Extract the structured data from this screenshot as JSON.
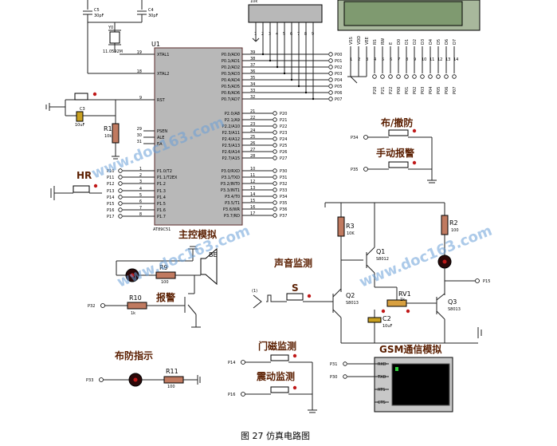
{
  "caption": "图 27 仿真电路图",
  "watermark": "www.doc163.com",
  "mcu": {
    "ref": "U1",
    "part": "AT89C51",
    "title": "主控模拟",
    "pins_left": [
      {
        "num": "19",
        "name": "XTAL1"
      },
      {
        "num": "18",
        "name": "XTAL2"
      },
      {
        "num": "9",
        "name": "RST"
      },
      {
        "num": "29",
        "name": "PSEN"
      },
      {
        "num": "30",
        "name": "ALE"
      },
      {
        "num": "31",
        "name": "EA"
      },
      {
        "num": "1",
        "name": "P1.0/T2"
      },
      {
        "num": "2",
        "name": "P1.1/T2EX"
      },
      {
        "num": "3",
        "name": "P1.2"
      },
      {
        "num": "4",
        "name": "P1.3"
      },
      {
        "num": "5",
        "name": "P1.4"
      },
      {
        "num": "6",
        "name": "P1.5"
      },
      {
        "num": "7",
        "name": "P1.6"
      },
      {
        "num": "8",
        "name": "P1.7"
      }
    ],
    "p1_nets": [
      "P10",
      "P11",
      "P12",
      "P13",
      "P14",
      "P15",
      "P16",
      "P17"
    ],
    "pins_p0": [
      {
        "num": "39",
        "name": "P0.0/AD0",
        "net": "P00"
      },
      {
        "num": "38",
        "name": "P0.1/AD1",
        "net": "P01"
      },
      {
        "num": "37",
        "name": "P0.2/AD2",
        "net": "P02"
      },
      {
        "num": "36",
        "name": "P0.3/AD3",
        "net": "P03"
      },
      {
        "num": "35",
        "name": "P0.4/AD4",
        "net": "P04"
      },
      {
        "num": "34",
        "name": "P0.5/AD5",
        "net": "P05"
      },
      {
        "num": "33",
        "name": "P0.6/AD6",
        "net": "P06"
      },
      {
        "num": "32",
        "name": "P0.7/AD7",
        "net": "P07"
      }
    ],
    "pins_p2": [
      {
        "num": "21",
        "name": "P2.0/A8",
        "net": "P20"
      },
      {
        "num": "22",
        "name": "P2.1/A9",
        "net": "P21"
      },
      {
        "num": "23",
        "name": "P2.2/A10",
        "net": "P22"
      },
      {
        "num": "24",
        "name": "P2.3/A11",
        "net": "P23"
      },
      {
        "num": "25",
        "name": "P2.4/A12",
        "net": "P24"
      },
      {
        "num": "26",
        "name": "P2.5/A13",
        "net": "P25"
      },
      {
        "num": "27",
        "name": "P2.6/A14",
        "net": "P26"
      },
      {
        "num": "28",
        "name": "P2.7/A15",
        "net": "P27"
      }
    ],
    "pins_p3": [
      {
        "num": "10",
        "name": "P3.0/RXD",
        "net": "P30"
      },
      {
        "num": "11",
        "name": "P3.1/TXD",
        "net": "P31"
      },
      {
        "num": "12",
        "name": "P3.2/INT0",
        "net": "P32"
      },
      {
        "num": "13",
        "name": "P3.3/INT1",
        "net": "P33"
      },
      {
        "num": "14",
        "name": "P3.4/T0",
        "net": "P34"
      },
      {
        "num": "15",
        "name": "P3.5/T1",
        "net": "P35"
      },
      {
        "num": "16",
        "name": "P3.6/WR",
        "net": "P36"
      },
      {
        "num": "17",
        "name": "P3.7/RD",
        "net": "P37"
      }
    ]
  },
  "crystal": {
    "c5": "C5",
    "c5v": "30pF",
    "c4": "C4",
    "c4v": "30pF",
    "y": "Y0",
    "freq": "11.0592M"
  },
  "reset": {
    "c3": "C3",
    "c3v": "10uF",
    "r1": "R1",
    "r1v": "10k"
  },
  "respack": {
    "value": "10k",
    "pins": [
      "1",
      "2",
      "3",
      "4",
      "5",
      "6",
      "7",
      "8",
      "9"
    ]
  },
  "lcd": {
    "pins": [
      "VSS",
      "VDD",
      "VEE",
      "RS",
      "RW",
      "E",
      "D0",
      "D1",
      "D2",
      "D3",
      "D4",
      "D5",
      "D6",
      "D7"
    ],
    "pin_nums": [
      "1",
      "2",
      "3",
      "4",
      "5",
      "6",
      "7",
      "8",
      "9",
      "10",
      "11",
      "12",
      "13",
      "14"
    ],
    "nets": [
      "P20",
      "P21",
      "P22",
      "P00",
      "P01",
      "P02",
      "P03",
      "P04",
      "P05",
      "P06",
      "P07"
    ]
  },
  "arm_panel": {
    "title": "布/撤防",
    "alarm_title": "手动报警",
    "net_arm": "P34",
    "net_alarm": "P35"
  },
  "hr": {
    "title": "HR"
  },
  "alarm": {
    "title": "报警",
    "r9": "R9",
    "r9v": "100",
    "r10": "R10",
    "r10v": "1k",
    "be": "BE",
    "net": "P32"
  },
  "arm_indicator": {
    "title": "布防指示",
    "r11": "R11",
    "r11v": "100",
    "net": "P33"
  },
  "sound": {
    "title": "声音监测",
    "switch": "S",
    "input": "(1)",
    "r3": "R3",
    "r3v": "10K",
    "r2": "R2",
    "r2v": "100",
    "q1": "Q1",
    "q1p": "S8012",
    "q2": "Q2",
    "q2p": "S8013",
    "q3": "Q3",
    "q3p": "S8013",
    "rv1": "RV1",
    "rv1v": "1k",
    "c2": "C2",
    "c2v": "10uF",
    "net": "P15"
  },
  "door": {
    "title": "门磁监测",
    "net": "P14"
  },
  "vibe": {
    "title": "震动监测",
    "net": "P16"
  },
  "gsm": {
    "title": "GSM通信模拟",
    "pins": [
      "RXD",
      "TXD",
      "RTS",
      "CTS"
    ],
    "nets": [
      "P31",
      "P30"
    ]
  }
}
